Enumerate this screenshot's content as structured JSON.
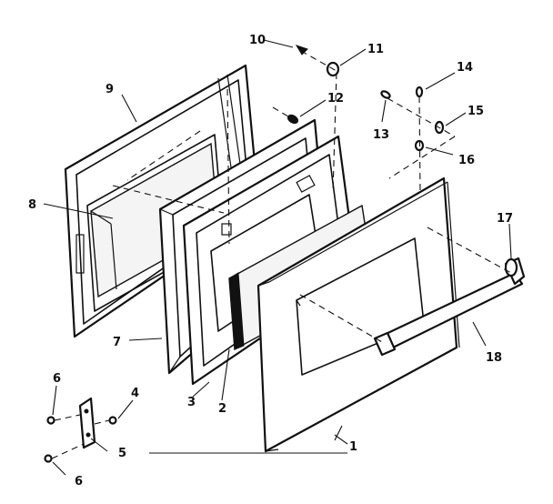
{
  "callouts": {
    "c1": "1",
    "c2": "2",
    "c3": "3",
    "c4": "4",
    "c5": "5",
    "c6a": "6",
    "c6b": "6",
    "c7": "7",
    "c8": "8",
    "c9": "9",
    "c10": "10",
    "c11": "11",
    "c12": "12",
    "c13": "13",
    "c14": "14",
    "c15": "15",
    "c16": "16",
    "c17": "17",
    "c18": "18"
  },
  "colors": {
    "ink": "#111111",
    "paper": "#ffffff"
  }
}
